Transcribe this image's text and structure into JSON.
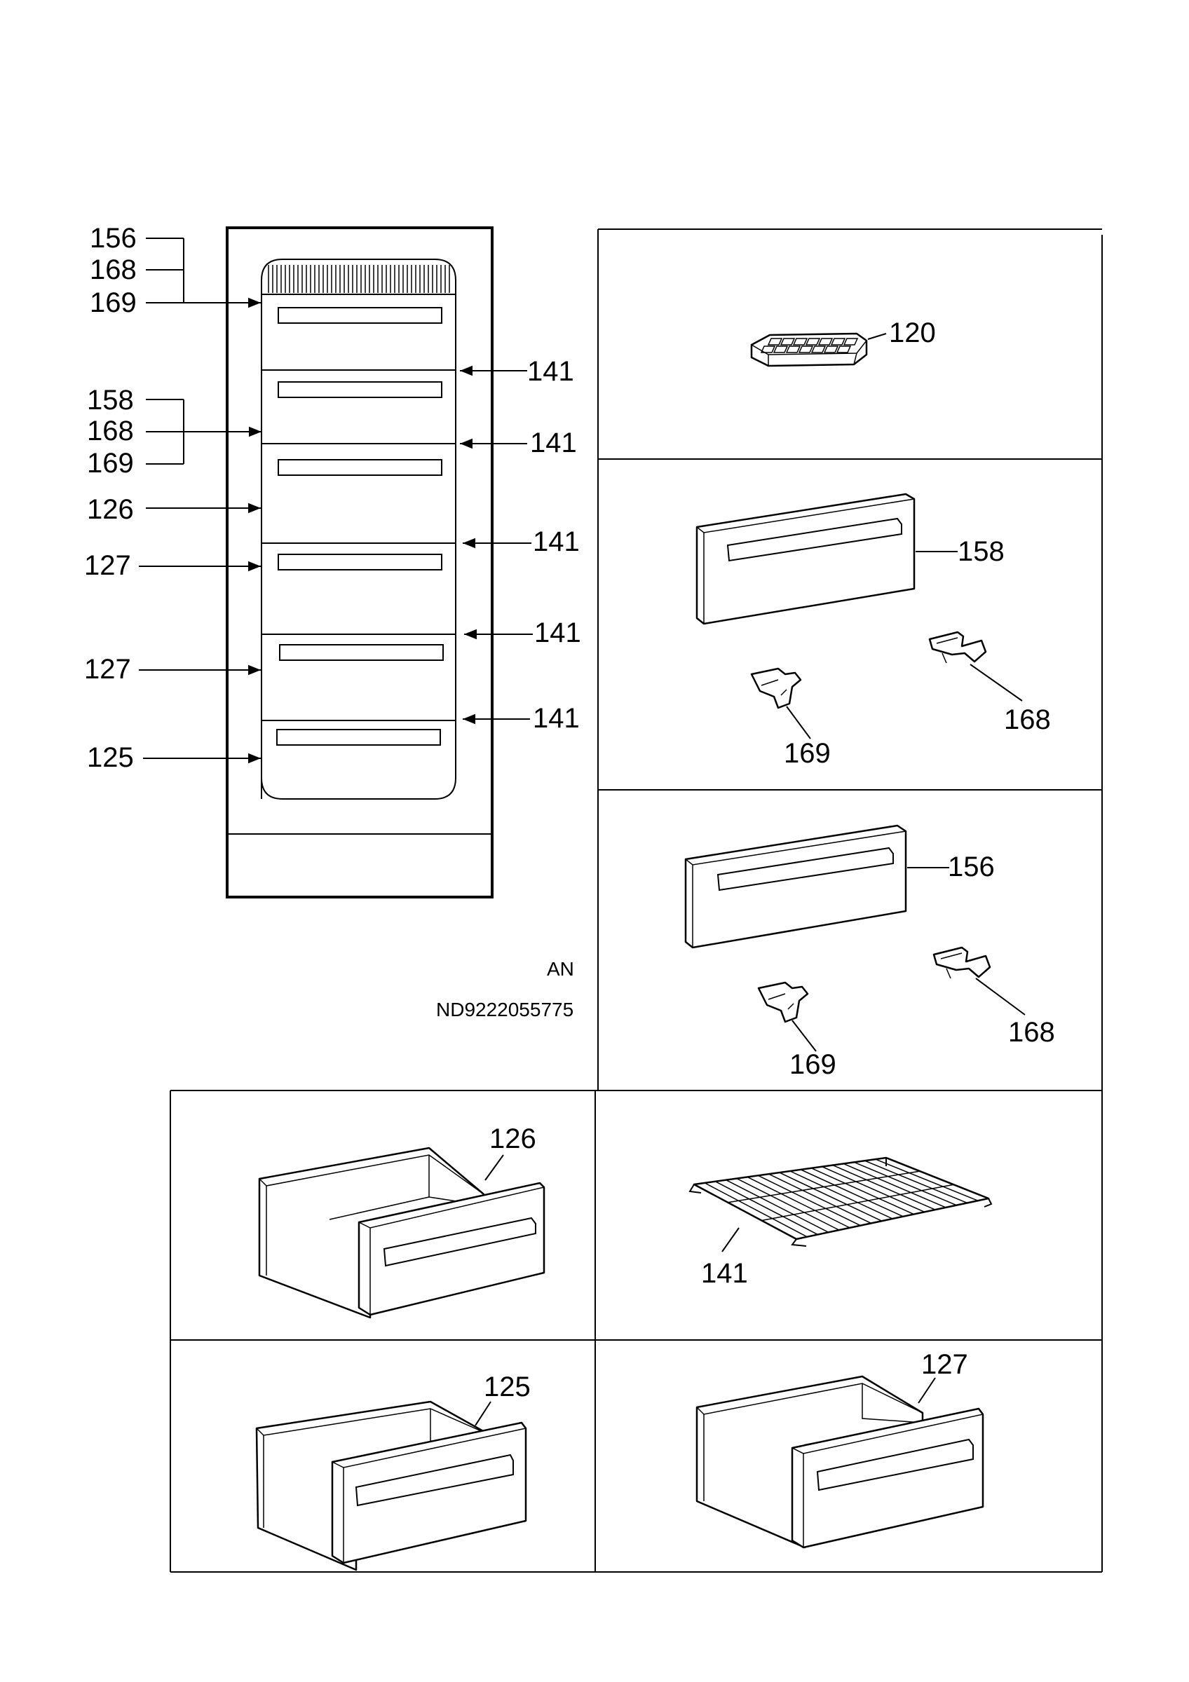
{
  "left_callouts": {
    "top_group": [
      "156",
      "168",
      "169"
    ],
    "mid_group": [
      "158",
      "168",
      "169"
    ],
    "drawer_126": "126",
    "drawer_127_a": "127",
    "drawer_127_b": "127",
    "drawer_125": "125"
  },
  "shelf_callouts": [
    "141",
    "141",
    "141",
    "141",
    "141"
  ],
  "panels": {
    "ice_tray": "120",
    "flap_158": {
      "flap": "158",
      "hinge_r": "168",
      "hinge_l": "169"
    },
    "flap_156": {
      "flap": "156",
      "hinge_r": "168",
      "hinge_l": "169"
    },
    "drawer_126": "126",
    "shelf_141": "141",
    "drawer_125": "125",
    "drawer_127": "127"
  },
  "code": {
    "lang": "AN",
    "doc": "ND9222055775"
  }
}
